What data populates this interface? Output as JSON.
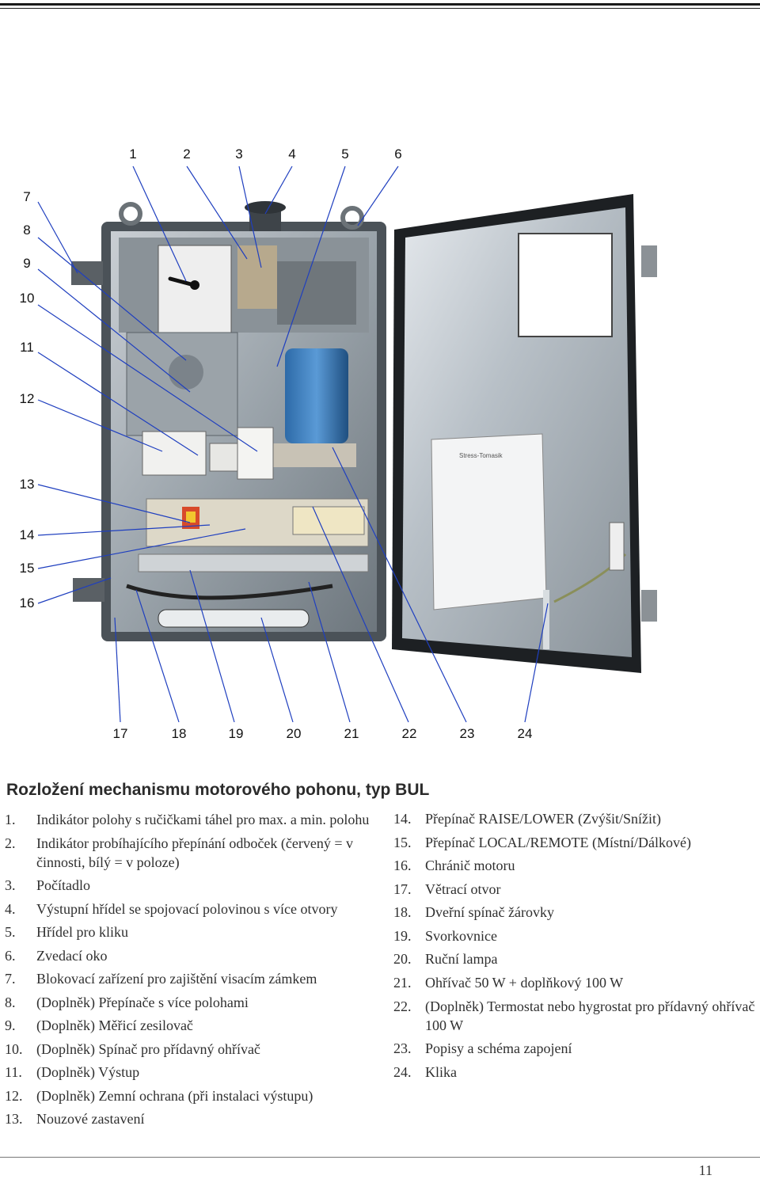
{
  "figure": {
    "callouts_top": [
      "1",
      "2",
      "3",
      "4",
      "5",
      "6"
    ],
    "callouts_left": [
      "7",
      "8",
      "9",
      "10",
      "11",
      "12",
      "13",
      "14",
      "15",
      "16"
    ],
    "callouts_bottom": [
      "17",
      "18",
      "19",
      "20",
      "21",
      "22",
      "23",
      "24"
    ],
    "leader_color": "#1f3fbf",
    "photo_label": "Stress-Tomasik"
  },
  "title": "Rozložení mechanismu motorového pohonu, typ BUL",
  "left_items": [
    {
      "n": "1.",
      "text": "Indikátor polohy s ručičkami táhel pro max. a min. polohu"
    },
    {
      "n": "2.",
      "text": "Indikátor probíhajícího přepínání odboček (červený = v činnosti, bílý = v poloze)"
    },
    {
      "n": "3.",
      "text": "Počítadlo"
    },
    {
      "n": "4.",
      "text": "Výstupní hřídel se spojovací polovinou s více otvory"
    },
    {
      "n": "5.",
      "text": "Hřídel pro kliku"
    },
    {
      "n": "6.",
      "text": "Zvedací oko"
    },
    {
      "n": "7.",
      "text": "Blokovací zařízení pro zajištění visacím zámkem"
    },
    {
      "n": "8.",
      "text": "(Doplněk) Přepínače s více polohami"
    },
    {
      "n": "9.",
      "text": "(Doplněk) Měřicí zesilovač"
    },
    {
      "n": "10.",
      "text": "(Doplněk) Spínač pro přídavný ohřívač"
    },
    {
      "n": "11.",
      "text": "(Doplněk) Výstup"
    },
    {
      "n": "12.",
      "text": "(Doplněk) Zemní ochrana (při instalaci výstupu)"
    },
    {
      "n": "13.",
      "text": "Nouzové zastavení"
    }
  ],
  "right_items": [
    {
      "n": "14.",
      "text": "Přepínač RAISE/LOWER (Zvýšit/Snížit)"
    },
    {
      "n": "15.",
      "text": "Přepínač LOCAL/REMOTE (Místní/Dálkové)"
    },
    {
      "n": "16.",
      "text": "Chránič motoru"
    },
    {
      "n": "17.",
      "text": "Větrací otvor"
    },
    {
      "n": "18.",
      "text": "Dveřní spínač žárovky"
    },
    {
      "n": "19.",
      "text": "Svorkovnice"
    },
    {
      "n": "20.",
      "text": "Ruční lampa"
    },
    {
      "n": "21.",
      "text": "Ohřívač 50 W + doplňkový 100 W"
    },
    {
      "n": "22.",
      "text": "(Doplněk) Termostat nebo hygrostat pro přídavný ohřívač 100 W"
    },
    {
      "n": "23.",
      "text": "Popisy a schéma zapojení"
    },
    {
      "n": "24.",
      "text": "Klika"
    }
  ],
  "page_number": "11"
}
